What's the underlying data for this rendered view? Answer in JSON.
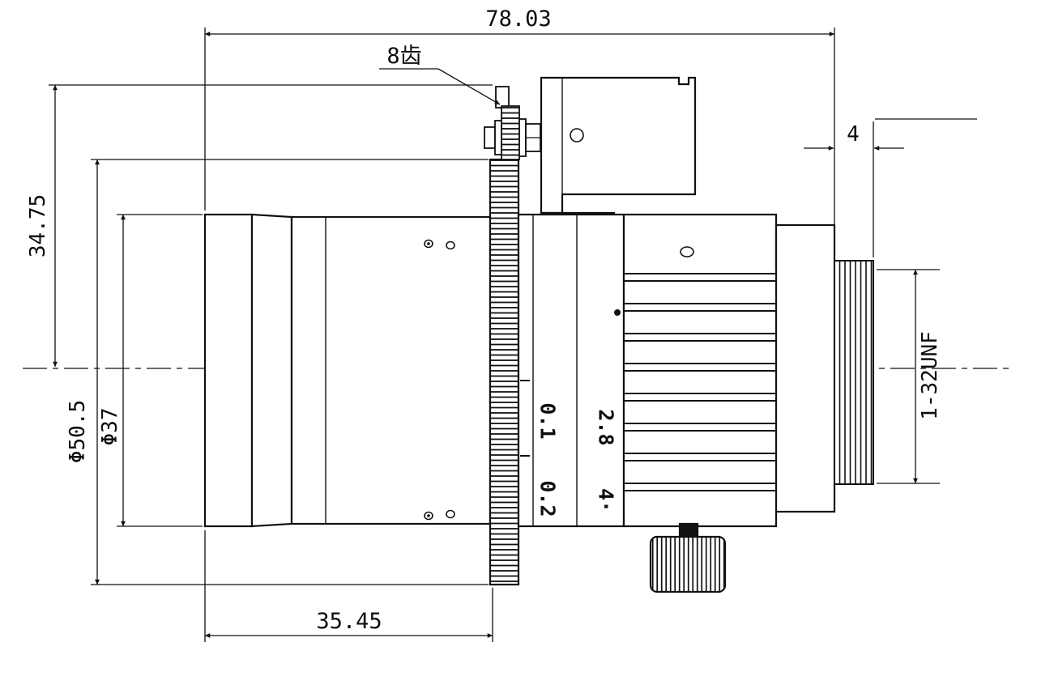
{
  "drawing": {
    "type": "mechanical-engineering-drawing",
    "subject": "machine vision lens side view with drive gear and C-mount thread",
    "line_color": "#111111",
    "background": "#ffffff",
    "dimensions": {
      "total_length": "78.03",
      "front_length": "35.45",
      "height_to_axis": "34.75",
      "outer_diameter": "Φ50.5",
      "front_diameter": "Φ37",
      "thread_length": "4",
      "thread_spec": "1-32UNF",
      "gear_label": "8齿"
    },
    "scales": {
      "focus_mark_1": "0.1",
      "focus_mark_2": "0.2",
      "aperture_mark_1": "2.8",
      "aperture_mark_2": "4·"
    }
  }
}
